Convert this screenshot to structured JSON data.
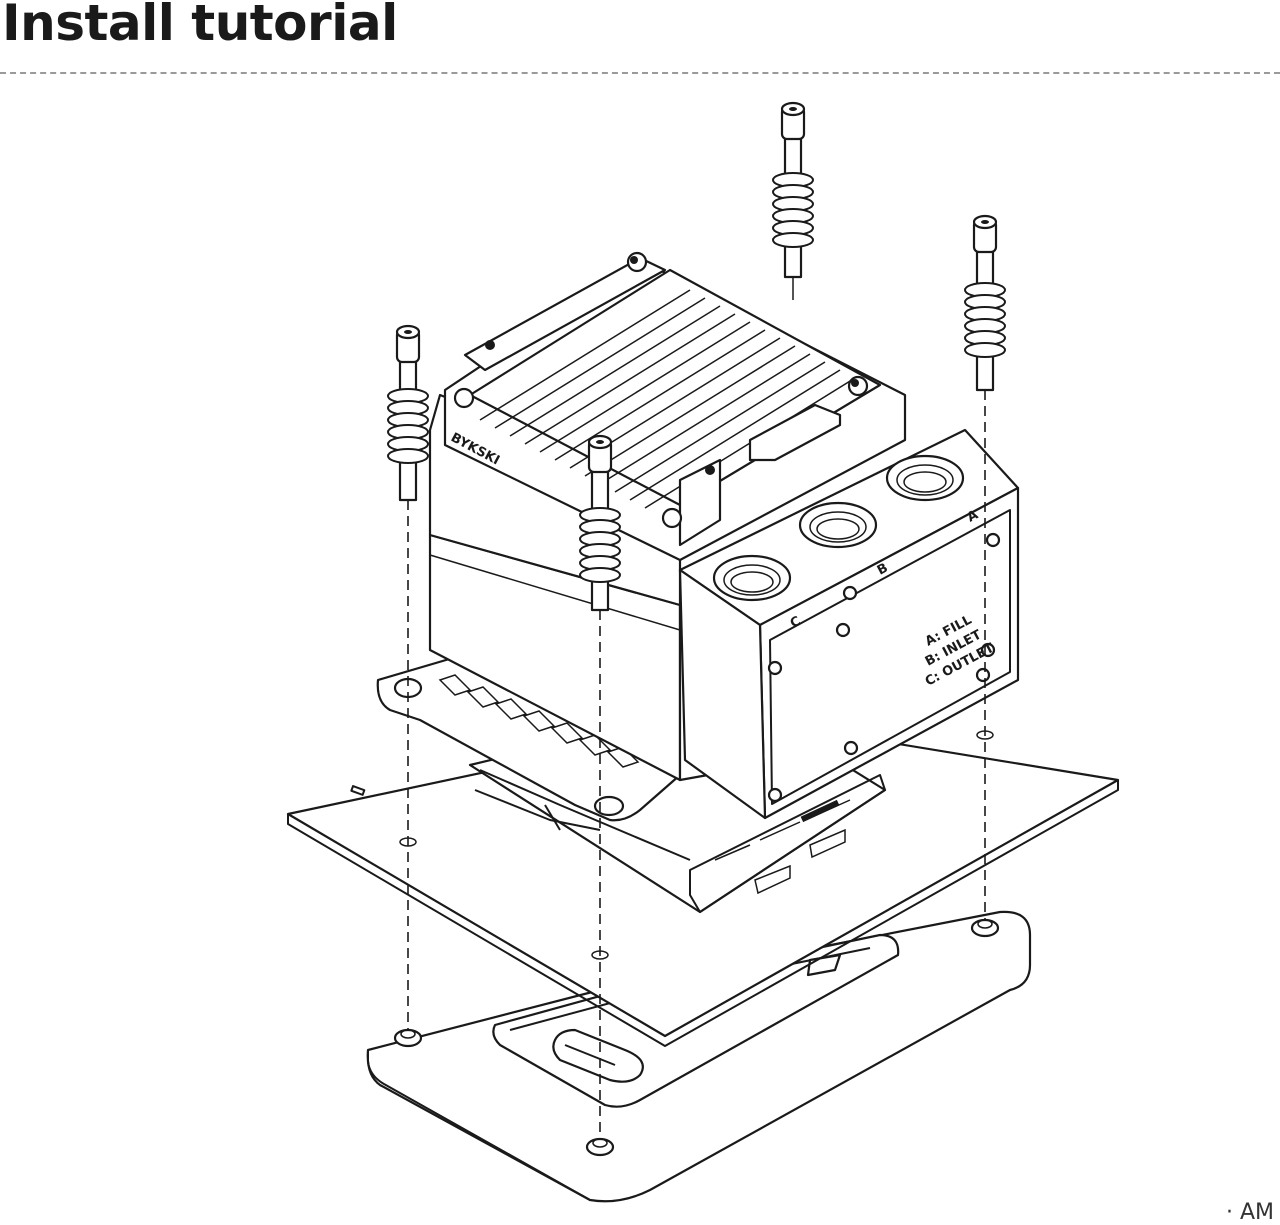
{
  "header": {
    "title": "Install tutorial"
  },
  "diagram": {
    "port_labels": [
      "A: FILL",
      "B: INLET",
      "C: OUTLET"
    ],
    "port_letters": [
      "A",
      "B",
      "C"
    ],
    "brand_mark": "BYKSKI"
  },
  "footer": {
    "corner_label": "· AM"
  }
}
